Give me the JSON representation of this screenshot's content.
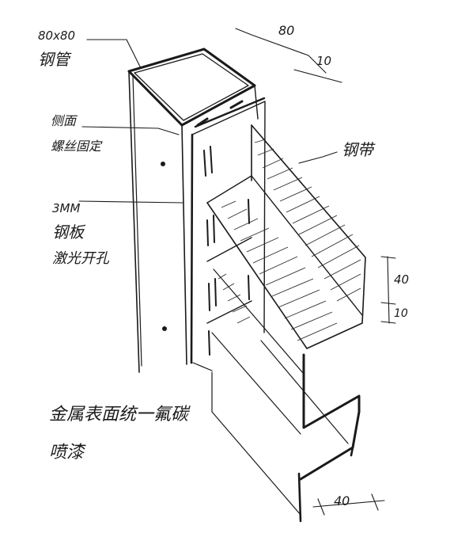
{
  "annotations": {
    "tube_size": "80x80",
    "tube_material": "钢管",
    "side_fixing_line1": "侧面",
    "side_fixing_line2": "螺丝固定",
    "plate_thickness": "3MM",
    "plate_material": "钢板",
    "plate_process": "激光开孔",
    "band_label": "钢带",
    "finish_line1": "金属表面统一氟碳",
    "finish_line2": "喷漆"
  },
  "dimensions": {
    "top_width": "80",
    "top_thickness": "10",
    "flange_height": "40",
    "lip_height": "10",
    "bottom_width": "40"
  }
}
